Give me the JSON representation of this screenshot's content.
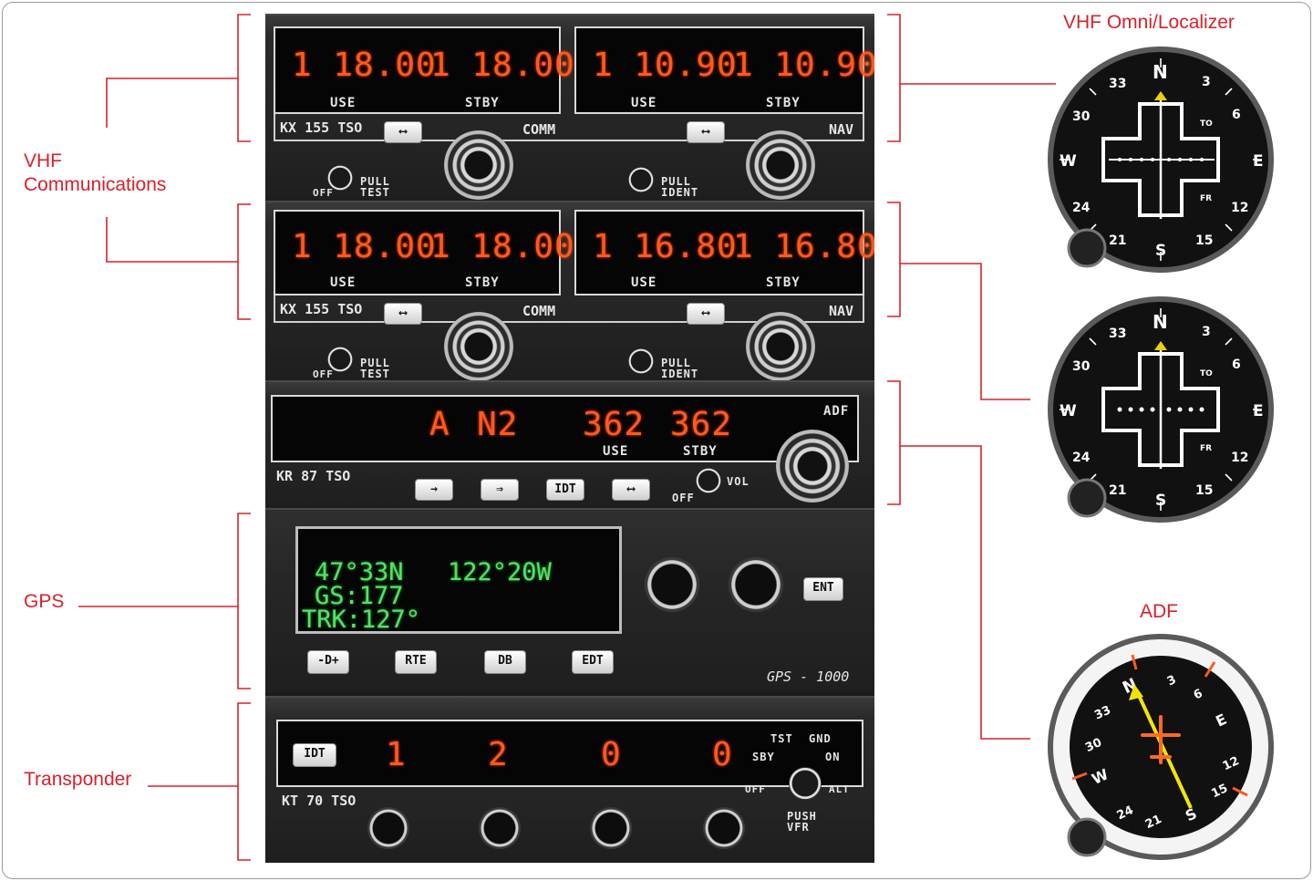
{
  "labels": {
    "vhf_comm_line1": "VHF",
    "vhf_comm_line2": "Communications",
    "gps": "GPS",
    "transponder": "Transponder",
    "vor": "VHF Omni/Localizer",
    "adf": "ADF"
  },
  "colors": {
    "label_red": "#d8202a",
    "segment_orange": "#ff5a1e",
    "gps_green": "#57e06a",
    "adf_needle": "#f2e600"
  },
  "nav_comm_1": {
    "comm_use": "1 18.00",
    "comm_stby": "1 18.00",
    "nav_use": "1 10.90",
    "nav_stby": "1 10.90",
    "use": "USE",
    "stby": "STBY",
    "model": "KX 155 TSO",
    "comm": "COMM",
    "nav": "NAV",
    "off": "OFF",
    "pull_test_1": "PULL",
    "pull_test_2": "TEST",
    "pull_ident_1": "PULL",
    "pull_ident_2": "IDENT"
  },
  "nav_comm_2": {
    "comm_use": "1 18.00",
    "comm_stby": "1 18.00",
    "nav_use": "1 16.80",
    "nav_stby": "1 16.80",
    "use": "USE",
    "stby": "STBY",
    "model": "KX 155 TSO",
    "comm": "COMM",
    "nav": "NAV",
    "off": "OFF",
    "pull_test_1": "PULL",
    "pull_test_2": "TEST",
    "pull_ident_1": "PULL",
    "pull_ident_2": "IDENT"
  },
  "adf_radio": {
    "mode": "A",
    "mode2": "N2",
    "use_freq": "362",
    "stby_freq": "362",
    "use": "USE",
    "stby": "STBY",
    "title": "ADF",
    "model": "KR 87 TSO",
    "vol": "VOL",
    "off": "OFF",
    "btn_idt": "IDT"
  },
  "gps_unit": {
    "lat": "47°33N",
    "lon": "122°20W",
    "gs": "GS:177",
    "trk": "TRK:127°",
    "ent": "ENT",
    "btn_d": "-D+",
    "btn_rte": "RTE",
    "btn_db": "DB",
    "btn_edt": "EDT",
    "model": "GPS - 1000"
  },
  "transponder_unit": {
    "idt": "IDT",
    "code": [
      "1",
      "2",
      "0",
      "0"
    ],
    "tst": "TST",
    "gnd": "GND",
    "sby": "SBY",
    "on": "ON",
    "off": "OFF",
    "alt": "ALT",
    "push": "PUSH",
    "vfr": "VFR",
    "model": "KT 70 TSO"
  },
  "compass_cards": {
    "n": "N",
    "e": "E",
    "s": "S",
    "w": "W",
    "n3": "3",
    "n6": "6",
    "n12": "12",
    "n15": "15",
    "n21": "21",
    "n24": "24",
    "n30": "30",
    "n33": "33",
    "to": "TO",
    "fr": "FR"
  }
}
